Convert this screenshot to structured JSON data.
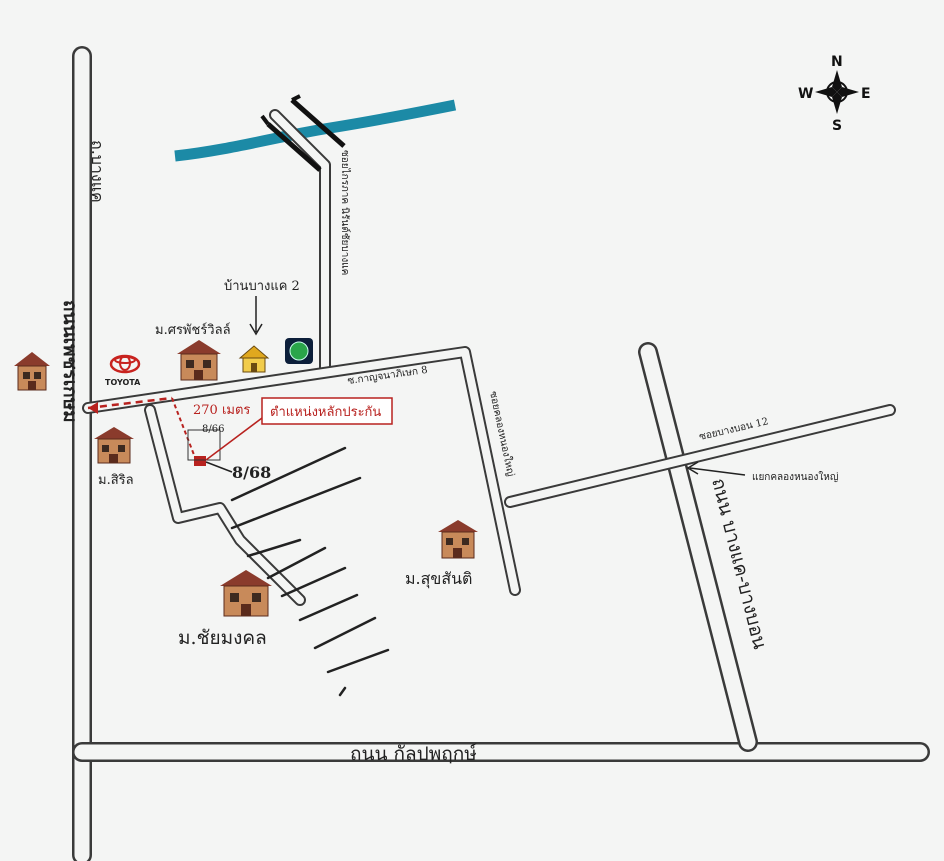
{
  "roads": {
    "bang_khae": "ถ.บางแค",
    "phetkasem": "ถนนเพชรเกษม",
    "kanlapaphruek": "ถนน กัลปพฤกษ์",
    "bang_bon": "ถนน บางแค-บางบอน",
    "soi_kanchanaphisek_8": "ซ.กาญจนาภิเษก 8",
    "soi_wat_nirot": "ซอยไกรภาค นิรันต์ชัยบางแค",
    "soi_khlong_nong_yai": "ซอยคลองหนองใหญ่",
    "soi_bang_bon_12": "ซอยบางบอน 12"
  },
  "places": {
    "ban_bang_khae_2": "บ้านบางแค 2",
    "m_srap_villa": "ม.ศรพัชร์วิลล์",
    "m_siri": "ม.สิริล",
    "m_suksan": "ม.สุขสันติ",
    "m_chaimongkhon": "ม.ชัยมงคล",
    "toyota": "TOYOTA",
    "intersection": "แยกคลองหนองใหญ่"
  },
  "annotations": {
    "distance": "270 เมตร",
    "location_box": "ตำแหน่งหลักประกัน",
    "plot_small": "8/66",
    "plot_main": "8/68"
  },
  "compass": {
    "n": "N",
    "s": "S",
    "e": "E",
    "w": "W"
  },
  "colors": {
    "canal": "#1c8aa6",
    "red_marker": "#b8221f",
    "road": "#3a3a3a",
    "background": "#f4f5f4"
  }
}
